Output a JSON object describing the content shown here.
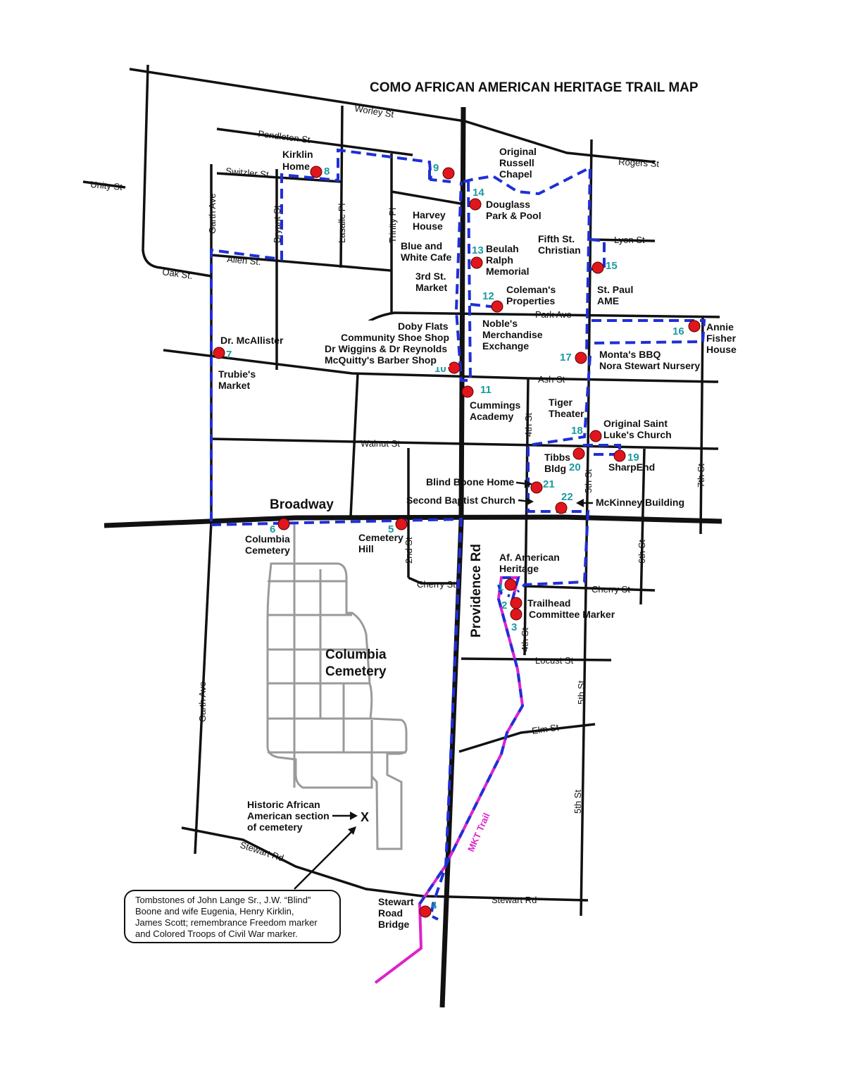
{
  "title": "COMO AFRICAN AMERICAN HERITAGE TRAIL MAP",
  "streets": {
    "worley": "Worley St",
    "pendleton": "Pendleton St",
    "switzler": "Switzler St",
    "unity": "Unity St",
    "rogers": "Rogers St",
    "lyon": "Lyon St",
    "allen": "Allen St.",
    "oak": "Oak St.",
    "park": "Park Ave",
    "ash": "Ash St",
    "walnut": "Walnut St",
    "broadway": "Broadway",
    "cherry": "Cherry St",
    "cherry_east": "Cherry St",
    "locust": "Locust St",
    "elm": "Elm St",
    "stewart_west": "Stewart Rd",
    "stewart_east": "Stewart Rd",
    "garth_north": "Garth Ave",
    "garth_south": "Garth Ave",
    "bryant": "Bryant St",
    "lasalle": "Lasalle Pl",
    "trinity": "Trinity Pl",
    "providence": "Providence Rd",
    "second": "2nd St",
    "fourth_north": "4th St",
    "fourth_south": "4th St",
    "fifth_north": "5th St",
    "fifth_mid": "5th St",
    "fifth_south": "5th St",
    "sixth": "6th St",
    "seventh": "7th St",
    "mkt": "MKT Trail"
  },
  "sites": [
    {
      "num": "1",
      "label": "Af. American Heritage"
    },
    {
      "num": "2",
      "label": "Trailhead"
    },
    {
      "num": "3",
      "label": "Committee Marker"
    },
    {
      "num": "4",
      "label": "Stewart Road Bridge"
    },
    {
      "num": "5",
      "label": "Cemetery Hill"
    },
    {
      "num": "6",
      "label": "Columbia Cemetery"
    },
    {
      "num": "7",
      "label": "Dr. McAllister"
    },
    {
      "num": "8",
      "label": "Kirklin Home"
    },
    {
      "num": "9",
      "label": "Original Russell Chapel"
    },
    {
      "num": "10",
      "label": "McQuitty's Barber Shop"
    },
    {
      "num": "11",
      "label": "Cummings Academy"
    },
    {
      "num": "12",
      "label": "Coleman's Properties"
    },
    {
      "num": "13",
      "label": "Beulah Ralph Memorial"
    },
    {
      "num": "14",
      "label": "Douglass Park & Pool"
    },
    {
      "num": "15",
      "label": "St. Paul AME"
    },
    {
      "num": "16",
      "label": "Annie Fisher House"
    },
    {
      "num": "17",
      "label": "Monta's BBQ"
    },
    {
      "num": "18",
      "label": "Original Saint Luke's Church"
    },
    {
      "num": "19",
      "label": "SharpEnd"
    },
    {
      "num": "20",
      "label": "Tibbs Bldg"
    },
    {
      "num": "21",
      "label": "Blind Boone Home"
    },
    {
      "num": "22",
      "label": "Second Baptist Church"
    }
  ],
  "labels": {
    "kirklin_1": "Kirklin",
    "kirklin_2": "Home",
    "russell_1": "Original",
    "russell_2": "Russell",
    "russell_3": "Chapel",
    "douglass_1": "Douglass",
    "douglass_2": "Park & Pool",
    "harvey_1": "Harvey",
    "harvey_2": "House",
    "fifth_christian_1": "Fifth St.",
    "fifth_christian_2": "Christian",
    "blue_white_1": "Blue and",
    "blue_white_2": "White Cafe",
    "beulah_1": "Beulah",
    "beulah_2": "Ralph",
    "beulah_3": "Memorial",
    "third_market_1": "3rd St.",
    "third_market_2": "Market",
    "coleman_1": "Coleman's",
    "coleman_2": "Properties",
    "stpaul_1": "St. Paul",
    "stpaul_2": "AME",
    "doby": "Doby Flats",
    "shoe": "Community Shoe Shop",
    "wiggins": "Dr Wiggins & Dr Reynolds",
    "mcquitty": "McQuitty's Barber Shop",
    "noble_1": "Noble's",
    "noble_2": "Merchandise",
    "noble_3": "Exchange",
    "annie_1": "Annie",
    "annie_2": "Fisher",
    "annie_3": "House",
    "monta": "Monta's BBQ",
    "nora": "Nora Stewart Nursery",
    "mcallister": "Dr. McAllister",
    "trubie_1": "Trubie's",
    "trubie_2": "Market",
    "cummings_1": "Cummings",
    "cummings_2": "Academy",
    "tiger_1": "Tiger",
    "tiger_2": "Theater",
    "stluke_1": "Original Saint",
    "stluke_2": "Luke's Church",
    "tibbs_1": "Tibbs",
    "tibbs_2": "Bldg",
    "sharpend": "SharpEnd",
    "boone": "Blind Boone Home",
    "second_baptist": "Second Baptist Church",
    "mckinney": "McKinney Building",
    "colcem_1": "Columbia",
    "colcem_2": "Cemetery",
    "cemhill_1": "Cemetery",
    "cemhill_2": "Hill",
    "afam_1": "Af. American",
    "afam_2": "Heritage",
    "trailhead": "Trailhead",
    "committee": "Committee Marker",
    "cemetery_big_1": "Columbia",
    "cemetery_big_2": "Cemetery",
    "historic_1": "Historic African",
    "historic_2": "American section",
    "historic_3": "of cemetery",
    "x_mark": "X",
    "bridge_1": "Stewart",
    "bridge_2": "Road",
    "bridge_3": "Bridge"
  },
  "callout": {
    "line1": "Tombstones of John Lange Sr., J.W. “Blind”",
    "line2": "Boone and wife Eugenia, Henry Kirklin,",
    "line3": "James Scott; remembrance Freedom marker",
    "line4": "and Colored Troops of Civil War marker."
  },
  "colors": {
    "route": "#1f2fd6",
    "mkt_trail": "#dd22cc",
    "site_dot": "#e0161c",
    "site_number": "#1a9aa0",
    "cemetery_paths": "#9a9a9a"
  }
}
